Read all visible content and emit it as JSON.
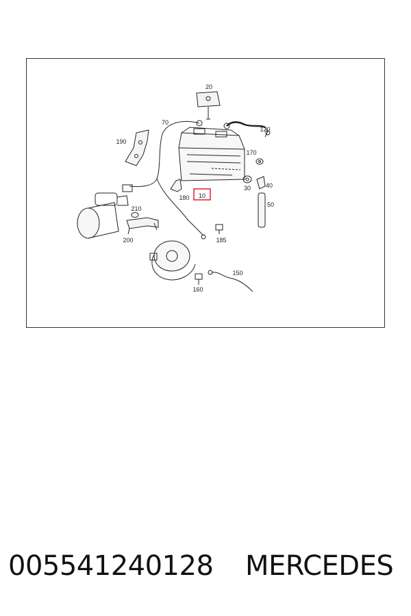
{
  "diagram": {
    "part_labels": {
      "p10": "10",
      "p20": "20",
      "p30": "30",
      "p40": "40",
      "p50": "50",
      "p70": "70",
      "p120": "120",
      "p150": "150",
      "p160": "160",
      "p170": "170",
      "p180": "180",
      "p185": "185",
      "p190": "190",
      "p200": "200",
      "p210": "210"
    },
    "highlighted_part": "10",
    "highlight_color": "#e0202a",
    "line_color": "#222222"
  },
  "footer": {
    "part_number": "005541240128",
    "brand": "MERCEDES"
  }
}
